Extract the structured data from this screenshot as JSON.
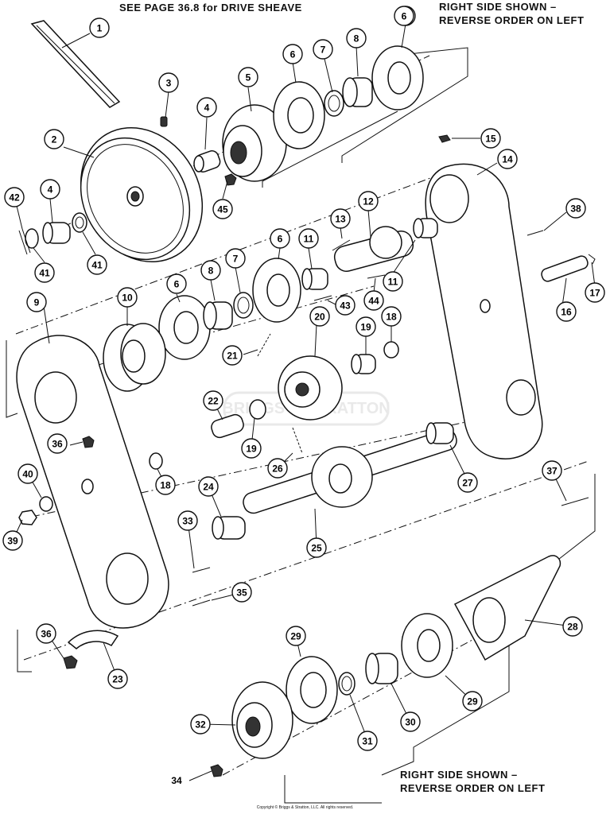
{
  "headers": {
    "drive_sheave_note": "SEE PAGE  36.8 for DRIVE SHEAVE",
    "top_right_line1": "RIGHT SIDE SHOWN –",
    "top_right_line2": "REVERSE ORDER ON LEFT",
    "bottom_right_line1": "RIGHT SIDE SHOWN –",
    "bottom_right_line2": "REVERSE ORDER ON LEFT"
  },
  "copyright": "Copyright © Briggs & Stratton, LLC. All rights reserved.",
  "watermark": "BRIGGS & STRATTON",
  "callouts": [
    {
      "num": "1"
    },
    {
      "num": "2"
    },
    {
      "num": "3"
    },
    {
      "num": "4"
    },
    {
      "num": "5"
    },
    {
      "num": "6"
    },
    {
      "num": "6"
    },
    {
      "num": "7"
    },
    {
      "num": "8"
    },
    {
      "num": "6"
    },
    {
      "num": "15"
    },
    {
      "num": "14"
    },
    {
      "num": "42"
    },
    {
      "num": "4"
    },
    {
      "num": "41"
    },
    {
      "num": "41"
    },
    {
      "num": "45"
    },
    {
      "num": "13"
    },
    {
      "num": "12"
    },
    {
      "num": "38"
    },
    {
      "num": "6"
    },
    {
      "num": "11"
    },
    {
      "num": "8"
    },
    {
      "num": "7"
    },
    {
      "num": "6"
    },
    {
      "num": "11"
    },
    {
      "num": "17"
    },
    {
      "num": "43"
    },
    {
      "num": "44"
    },
    {
      "num": "16"
    },
    {
      "num": "9"
    },
    {
      "num": "10"
    },
    {
      "num": "20"
    },
    {
      "num": "19"
    },
    {
      "num": "18"
    },
    {
      "num": "21"
    },
    {
      "num": "22"
    },
    {
      "num": "19"
    },
    {
      "num": "36"
    },
    {
      "num": "26"
    },
    {
      "num": "27"
    },
    {
      "num": "18"
    },
    {
      "num": "40"
    },
    {
      "num": "24"
    },
    {
      "num": "37"
    },
    {
      "num": "39"
    },
    {
      "num": "25"
    },
    {
      "num": "33"
    },
    {
      "num": "35"
    },
    {
      "num": "28"
    },
    {
      "num": "36"
    },
    {
      "num": "29"
    },
    {
      "num": "23"
    },
    {
      "num": "29"
    },
    {
      "num": "30"
    },
    {
      "num": "32"
    },
    {
      "num": "31"
    },
    {
      "num": "34"
    }
  ]
}
